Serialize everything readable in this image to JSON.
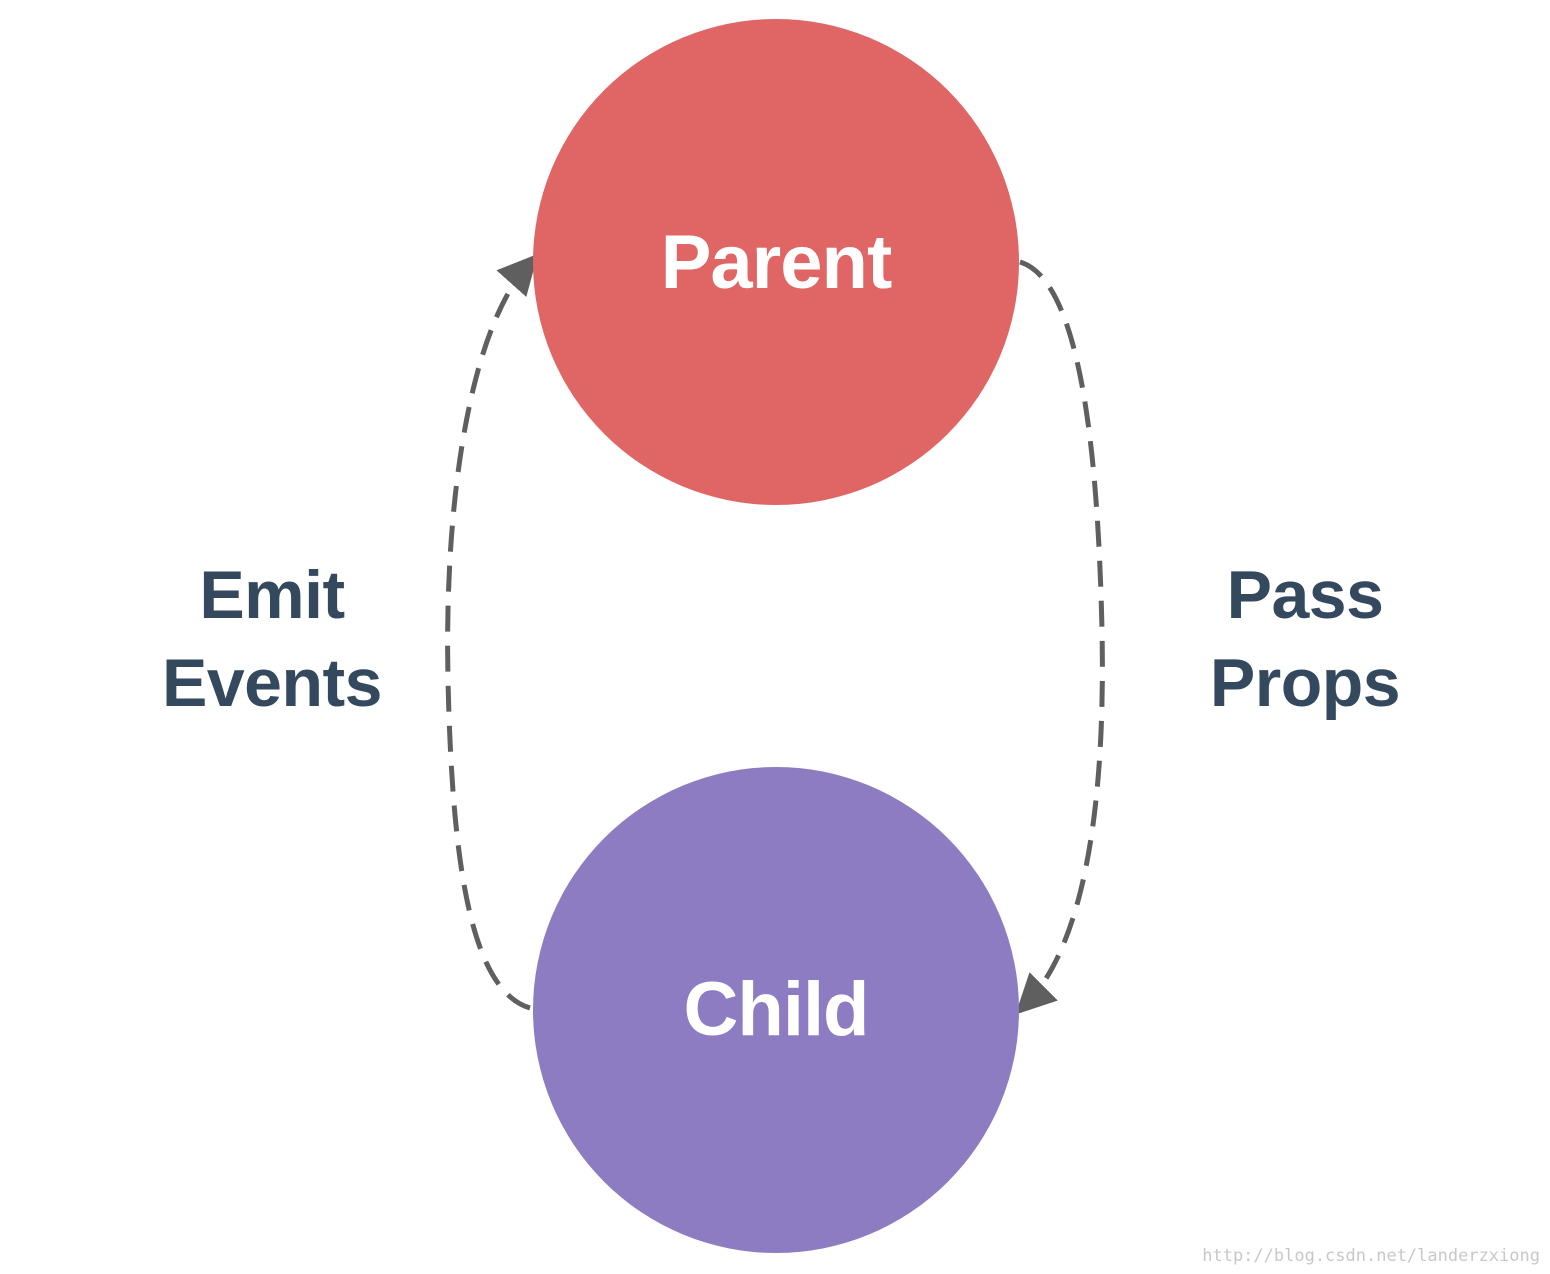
{
  "diagram": {
    "parent": {
      "label": "Parent",
      "color": "#e06666"
    },
    "child": {
      "label": "Child",
      "color": "#8e7cc3"
    },
    "left_edge": {
      "line1": "Emit",
      "line2": "Events",
      "direction": "child-to-parent"
    },
    "right_edge": {
      "line1": "Pass",
      "line2": "Props",
      "direction": "parent-to-child"
    },
    "label_color": "#34495e",
    "arrow_color": "#5f5f5f"
  },
  "watermark": "http://blog.csdn.net/landerzxiong"
}
